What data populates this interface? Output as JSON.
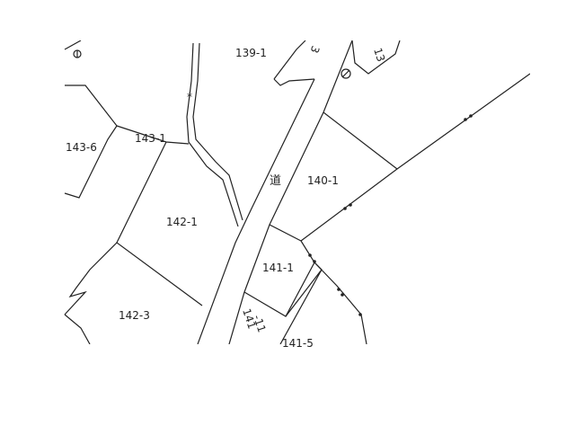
{
  "map": {
    "parcels": {
      "p139_1": "139-1",
      "p143_6": "143-6",
      "p143_1": "143-1",
      "p142_1": "142-1",
      "p142_3": "142-3",
      "p140_1": "140-1",
      "p141_1": "141-1",
      "p141_11_top": "141",
      "p141_11_bottom": "-11",
      "p141_5": "141-5",
      "p13x": "13",
      "p3x": "3"
    },
    "road_label": "道",
    "marker_asterisk": "*"
  },
  "colors": {
    "line": "#222222",
    "background": "#ffffff"
  }
}
